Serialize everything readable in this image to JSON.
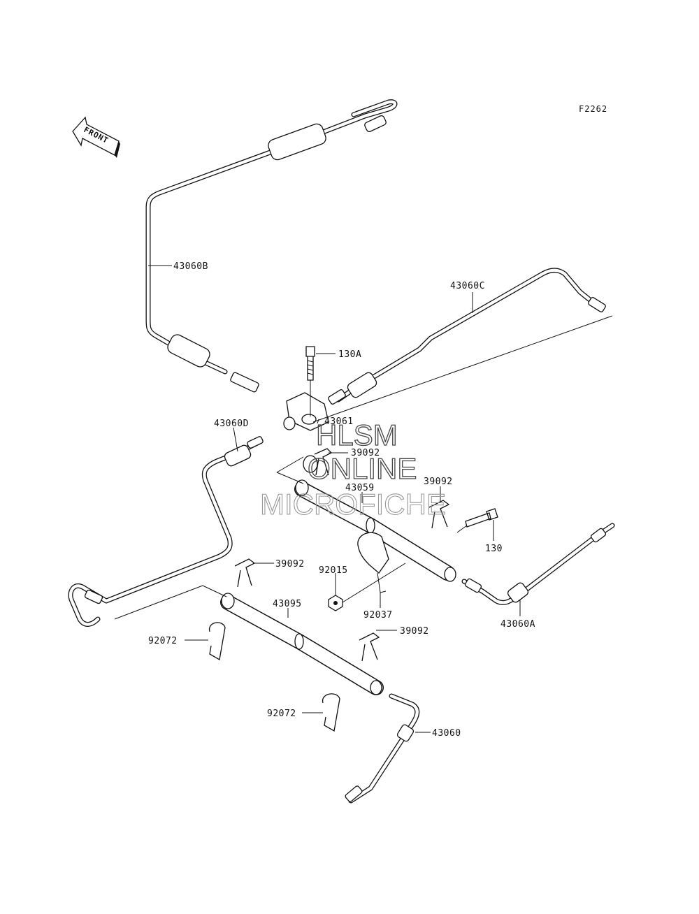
{
  "figure_code": "F2262",
  "direction_arrow": {
    "label": "FRONT"
  },
  "watermark": {
    "line1": "HLSM",
    "line2": "ONLINE",
    "line3": "MICROFICHE"
  },
  "parts": [
    {
      "number": "43060B"
    },
    {
      "number": "43060C"
    },
    {
      "number": "130A"
    },
    {
      "number": "43060D"
    },
    {
      "number": "43061"
    },
    {
      "number": "39092"
    },
    {
      "number": "43059"
    },
    {
      "number": "39092"
    },
    {
      "number": "130"
    },
    {
      "number": "39092"
    },
    {
      "number": "92015"
    },
    {
      "number": "92037"
    },
    {
      "number": "43095"
    },
    {
      "number": "43060A"
    },
    {
      "number": "92072"
    },
    {
      "number": "39092"
    },
    {
      "number": "92072"
    },
    {
      "number": "43060"
    }
  ]
}
